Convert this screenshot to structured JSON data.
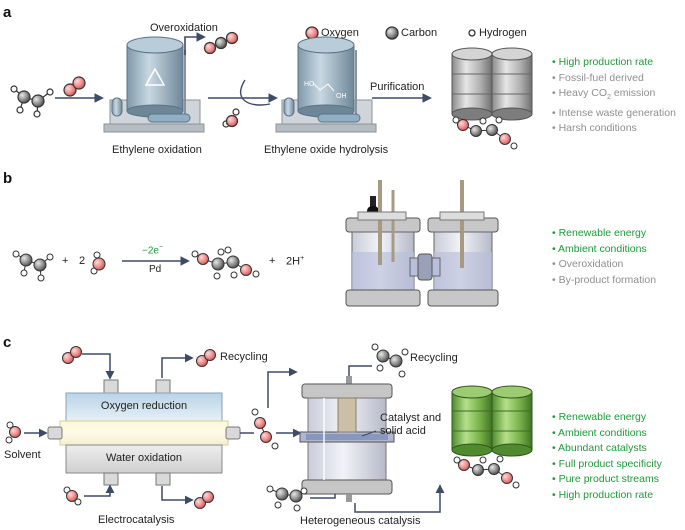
{
  "panels": {
    "a": {
      "letter": "a",
      "legend": {
        "oxygen": "Oxygen",
        "carbon": "Carbon",
        "hydrogen": "Hydrogen"
      },
      "overoxidation": "Overoxidation",
      "step1": "Ethylene oxidation",
      "step2": "Ethylene oxide hydrolysis",
      "purification": "Purification",
      "bullets": [
        {
          "text": "High production rate",
          "tone": "good"
        },
        {
          "text": "Fossil-fuel derived",
          "tone": "bad"
        },
        {
          "text": "Heavy CO",
          "sub": "2",
          "tail": " emission",
          "tone": "bad"
        },
        {
          "text": "Intense waste generation",
          "tone": "bad"
        },
        {
          "text": "Harsh conditions",
          "tone": "bad"
        }
      ]
    },
    "b": {
      "letter": "b",
      "plus1": "+",
      "coef": "2",
      "electrons": "−2e",
      "electrons_sup": "−",
      "catalyst": "Pd",
      "plus2": "+",
      "protons": "2H",
      "protons_sup": "+",
      "bullets": [
        {
          "text": "Renewable energy",
          "tone": "good"
        },
        {
          "text": "Ambient conditions",
          "tone": "good"
        },
        {
          "text": "Overoxidation",
          "tone": "bad"
        },
        {
          "text": "By-product formation",
          "tone": "bad"
        }
      ]
    },
    "c": {
      "letter": "c",
      "recycling1": "Recycling",
      "recycling2": "Recycling",
      "oxygen_reduction": "Oxygen reduction",
      "water_oxidation": "Water oxidation",
      "solvent": "Solvent",
      "electrocatalysis": "Electrocatalysis",
      "catalyst_line1": "Catalyst and",
      "catalyst_line2": "solid acid",
      "heterogeneous": "Heterogeneous catalysis",
      "bullets": [
        {
          "text": "Renewable energy",
          "tone": "good"
        },
        {
          "text": "Ambient conditions",
          "tone": "good"
        },
        {
          "text": "Abundant catalysts",
          "tone": "good"
        },
        {
          "text": "Full product specificity",
          "tone": "good"
        },
        {
          "text": "Pure product streams",
          "tone": "good"
        },
        {
          "text": "High production rate",
          "tone": "good"
        }
      ]
    }
  },
  "colors": {
    "oxygen": "#f08a8a",
    "carbon": "#8c8c8c",
    "hydrogen": "#ffffff",
    "arrow": "#3d4b66",
    "good": "#1f9a3a",
    "bad": "#8f8f8f"
  },
  "icons": [
    "oxygen-atom-icon",
    "carbon-atom-icon",
    "hydrogen-atom-icon",
    "barrel-icon",
    "reactor-vessel-icon",
    "h-cell-icon",
    "flow-reactor-icon"
  ]
}
